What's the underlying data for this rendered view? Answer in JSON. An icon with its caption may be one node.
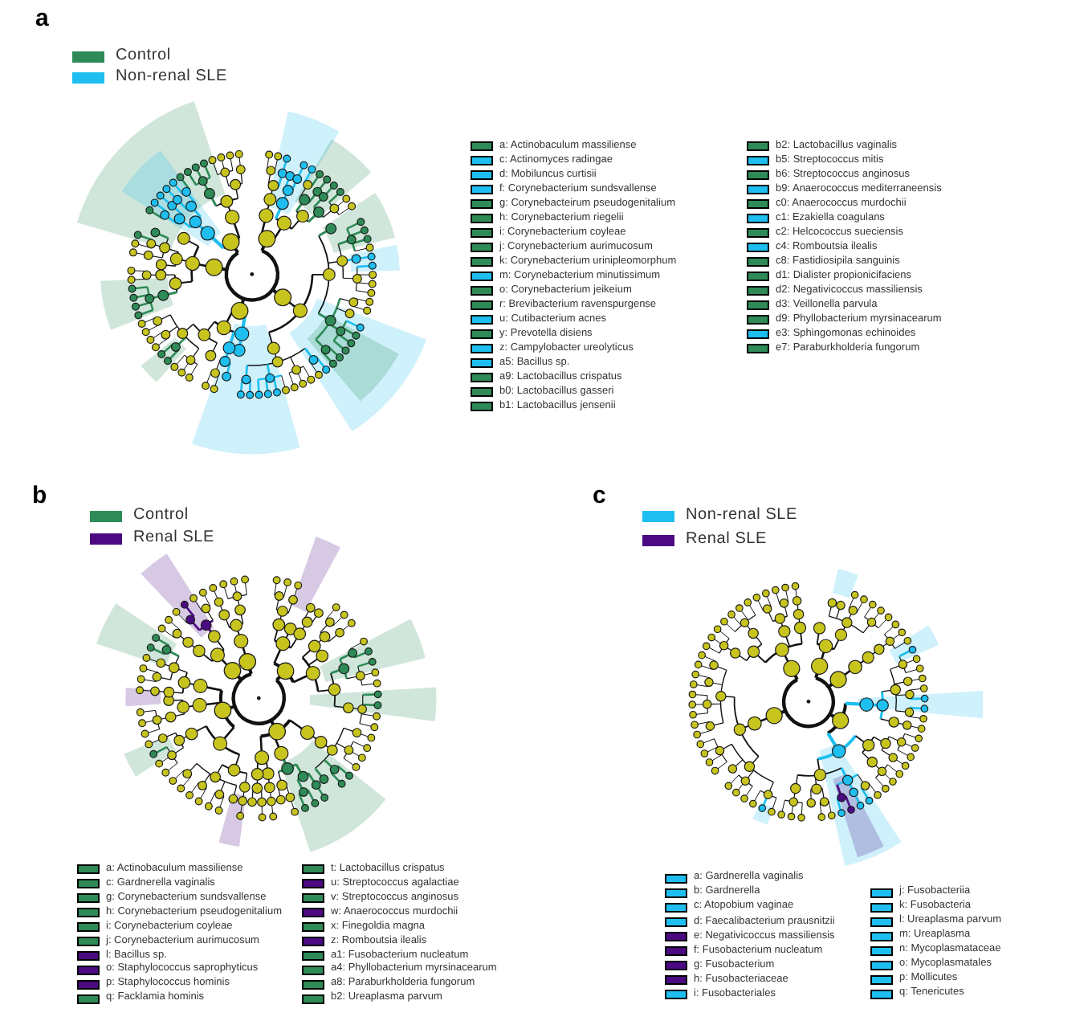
{
  "diagram": {
    "labels": [
      "a",
      "b",
      "c"
    ],
    "legend": [
      {
        "text": "Control",
        "color": "#2e8b57"
      },
      {
        "text": "Non-renal SLE",
        "color": "#1ebff0"
      },
      {
        "text": "a: Actinobaculum massiliense",
        "color": "#2e8b57"
      },
      {
        "text": "c: Actinomyces radingae",
        "color": "#1ebff0"
      },
      {
        "text": "d: Mobiluncus curtisii",
        "color": "#1ebff0"
      },
      {
        "text": "f: Corynebacterium sundsvallense",
        "color": "#1ebff0"
      },
      {
        "text": "g: Corynebacteirum pseudogenitalium",
        "color": "#2e8b57"
      },
      {
        "text": "h: Corynebacterium riegelii",
        "color": "#2e8b57"
      },
      {
        "text": "i: Corynebacterium coyleae",
        "color": "#2e8b57"
      },
      {
        "text": "j: Corynebacterium aurimucosum",
        "color": "#2e8b57"
      },
      {
        "text": "k: Corynebacterium urinipleomorphum",
        "color": "#2e8b57"
      },
      {
        "text": "m: Corynebacterium minutissimum",
        "color": "#1ebff0"
      },
      {
        "text": "o: Corynebacterium jeikeium",
        "color": "#2e8b57"
      },
      {
        "text": "r: Brevibacterium ravenspurgense",
        "color": "#2e8b57"
      },
      {
        "text": "u: Cutibacterium acnes",
        "color": "#1ebff0"
      },
      {
        "text": "y: Prevotella disiens",
        "color": "#2e8b57"
      },
      {
        "text": "z: Campylobacter ureolyticus",
        "color": "#1ebff0"
      },
      {
        "text": "a5: Bacillus sp.",
        "color": "#1ebff0"
      },
      {
        "text": "a9: Lactobacillus crispatus",
        "color": "#2e8b57"
      },
      {
        "text": "b0: Lactobacillus gasseri",
        "color": "#2e8b57"
      },
      {
        "text": "b1: Lactobacillus jensenii",
        "color": "#2e8b57"
      },
      {
        "text": "b2: Lactobacillus vaginalis",
        "color": "#2e8b57"
      },
      {
        "text": "b5: Streptococcus mitis",
        "color": "#1ebff0"
      },
      {
        "text": "b6: Streptococcus anginosus",
        "color": "#2e8b57"
      },
      {
        "text": "b9: Anaerococcus mediterraneensis",
        "color": "#1ebff0"
      },
      {
        "text": "c0: Anaerococcus murdochii",
        "color": "#2e8b57"
      },
      {
        "text": "c1: Ezakiella coagulans",
        "color": "#1ebff0"
      },
      {
        "text": "c2: Helcococcus sueciensis",
        "color": "#2e8b57"
      },
      {
        "text": "c4: Romboutsia ilealis",
        "color": "#1ebff0"
      },
      {
        "text": "c8: Fastidiosipila sanguinis",
        "color": "#2e8b57"
      },
      {
        "text": "d1: Dialister propionicifaciens",
        "color": "#2e8b57"
      },
      {
        "text": "d2: Negativicoccus massiliensis",
        "color": "#2e8b57"
      },
      {
        "text": "d3: Veillonella parvula",
        "color": "#2e8b57"
      },
      {
        "text": "d9: Phyllobacterium myrsinacearum",
        "color": "#2e8b57"
      },
      {
        "text": "e3: Sphingomonas echinoides",
        "color": "#1ebff0"
      },
      {
        "text": "e7: Paraburkholderia fungorum",
        "color": "#2e8b57"
      },
      {
        "text": "Control",
        "color": "#2e8b57"
      },
      {
        "text": "Renal SLE",
        "color": "#4b0a82"
      },
      {
        "text": "a: Actinobaculum massiliense",
        "color": "#2e8b57"
      },
      {
        "text": "c: Gardnerella vaginalis",
        "color": "#2e8b57"
      },
      {
        "text": "g: Corynebacterium sundsvallense",
        "color": "#2e8b57"
      },
      {
        "text": "h: Corynebacterium pseudogenitalium",
        "color": "#2e8b57"
      },
      {
        "text": "i: Corynebacterium coyleae",
        "color": "#2e8b57"
      },
      {
        "text": "j: Corynebacterium aurimucosum",
        "color": "#2e8b57"
      },
      {
        "text": "l: Bacillus sp.",
        "color": "#4b0a82"
      },
      {
        "text": "o: Staphylococcus saprophyticus",
        "color": "#4b0a82"
      },
      {
        "text": "p: Staphylococcus hominis",
        "color": "#4b0a82"
      },
      {
        "text": "q: Facklamia hominis",
        "color": "#2e8b57"
      },
      {
        "text": "t: Lactobacillus crispatus",
        "color": "#2e8b57"
      },
      {
        "text": "u: Streptococcus agalactiae",
        "color": "#4b0a82"
      },
      {
        "text": "v: Streptococcus anginosus",
        "color": "#2e8b57"
      },
      {
        "text": "w: Anaerococcus murdochii",
        "color": "#4b0a82"
      },
      {
        "text": "x: Finegoldia magna",
        "color": "#2e8b57"
      },
      {
        "text": "z: Romboutsia ilealis",
        "color": "#4b0a82"
      },
      {
        "text": "a1: Fusobacterium nucleatum",
        "color": "#2e8b57"
      },
      {
        "text": "a4: Phyllobacterium myrsinacearum",
        "color": "#2e8b57"
      },
      {
        "text": "a8: Paraburkholderia fungorum",
        "color": "#2e8b57"
      },
      {
        "text": "b2: Ureaplasma parvum",
        "color": "#2e8b57"
      },
      {
        "text": "Non-renal SLE",
        "color": "#1ebff0"
      },
      {
        "text": "Renal SLE",
        "color": "#4b0a82"
      },
      {
        "text": "a: Gardnerella vaginalis",
        "color": "#1ebff0"
      },
      {
        "text": "b: Gardnerella",
        "color": "#1ebff0"
      },
      {
        "text": "c: Atopobium vaginae",
        "color": "#1ebff0"
      },
      {
        "text": "d: Faecalibacterium prausnitzii",
        "color": "#1ebff0"
      },
      {
        "text": "e: Negativicoccus massiliensis",
        "color": "#4b0a82"
      },
      {
        "text": "f: Fusobacterium nucleatum",
        "color": "#4b0a82"
      },
      {
        "text": "g: Fusobacterium",
        "color": "#4b0a82"
      },
      {
        "text": "h: Fusobacteriaceae",
        "color": "#4b0a82"
      },
      {
        "text": "i: Fusobacteriales",
        "color": "#1ebff0"
      },
      {
        "text": "j: Fusobacteriia",
        "color": "#1ebff0"
      },
      {
        "text": "k: Fusobacteria",
        "color": "#1ebff0"
      },
      {
        "text": "l: Ureaplasma parvum",
        "color": "#1ebff0"
      },
      {
        "text": "m: Ureaplasma",
        "color": "#1ebff0"
      },
      {
        "text": "n: Mycoplasmataceae",
        "color": "#1ebff0"
      },
      {
        "text": "o: Mycoplasmatales",
        "color": "#1ebff0"
      },
      {
        "text": "p: Mollicutes",
        "color": "#1ebff0"
      },
      {
        "text": "q: Tenericutes",
        "color": "#1ebff0"
      }
    ]
  }
}
